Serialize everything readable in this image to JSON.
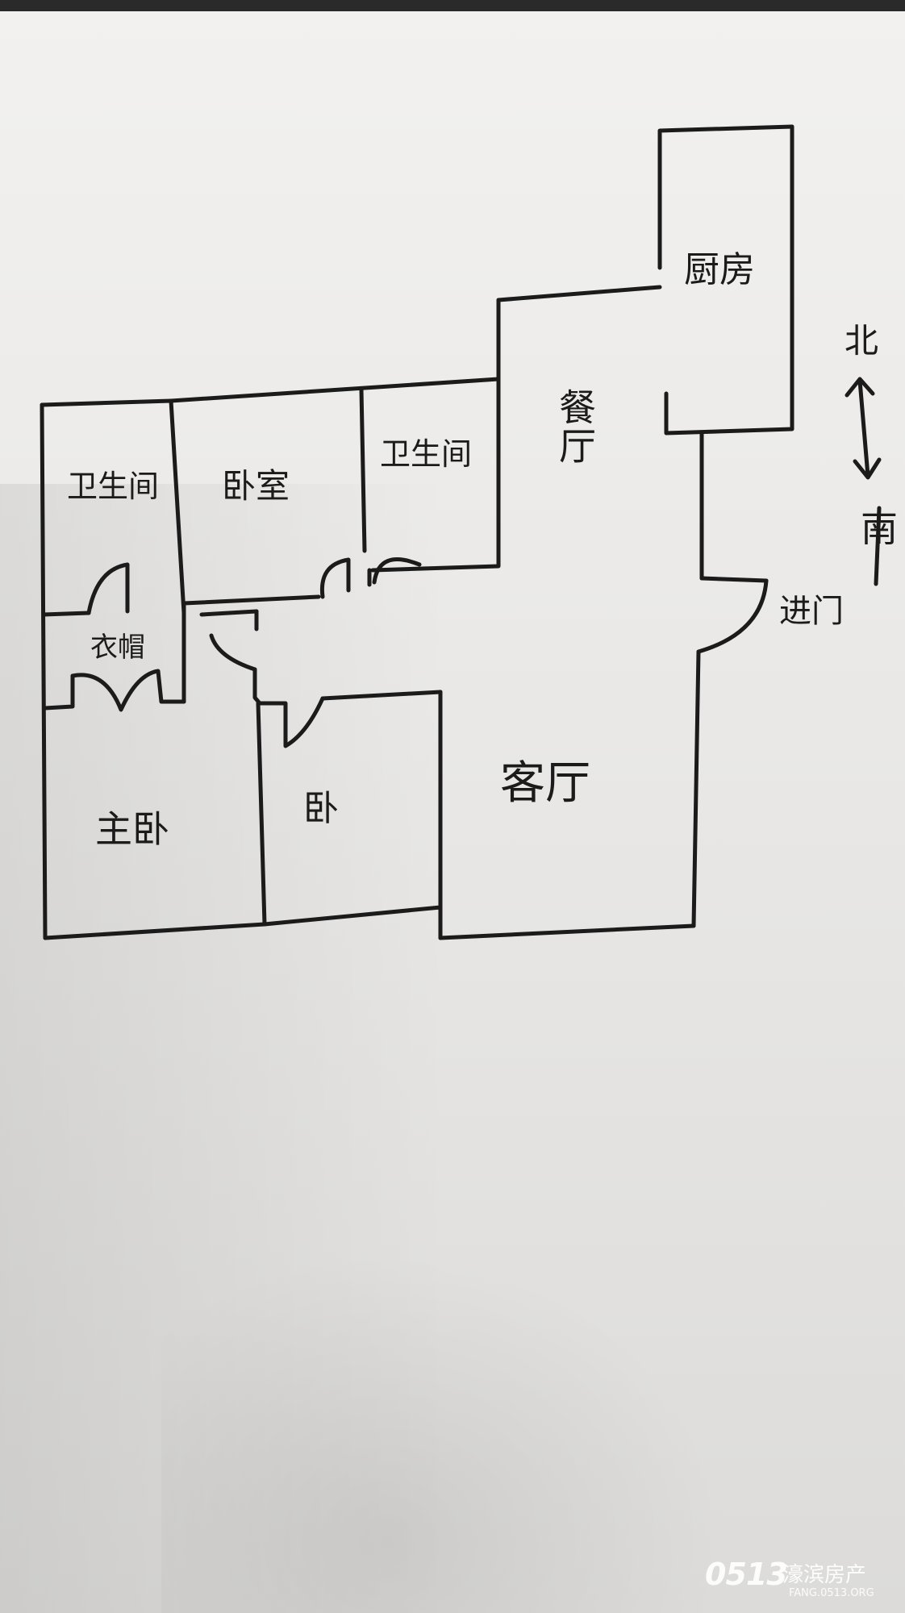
{
  "rooms": {
    "kitchen": "厨房",
    "dining": "餐厅",
    "bathroom_left": "卫生间",
    "bedroom_top": "卧室",
    "bathroom_mid": "卫生间",
    "closet": "衣帽",
    "master_bedroom": "主卧",
    "bedroom_small": "卧",
    "living": "客厅"
  },
  "compass": {
    "north": "北",
    "south": "南"
  },
  "entrance": "进门",
  "watermark": {
    "logo": "0513",
    "name": "濠滨房产",
    "url": "FANG.0513.ORG"
  },
  "colors": {
    "ink": "#1b1b1b",
    "paper": "#ecebe9"
  }
}
